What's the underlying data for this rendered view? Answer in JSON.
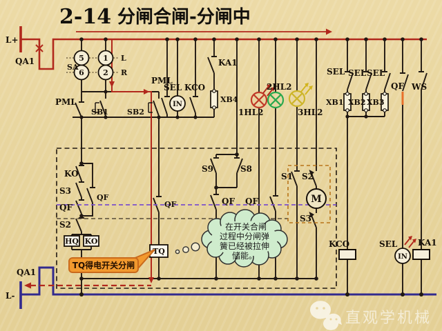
{
  "title": {
    "number": "2-14",
    "text": "分闸合闸-分闸中"
  },
  "terminals": {
    "l_plus": "L+",
    "qa1_top": "QA1",
    "l_minus": "L-",
    "qa1_bottom": "QA1"
  },
  "selector_switch": {
    "label": "SA",
    "c5": "5",
    "c1": "1",
    "c6": "6",
    "c2": "2",
    "pos_left": "L",
    "pos_right": "R"
  },
  "control_row": {
    "pml_left": "PML",
    "sb1": "SB1",
    "sb2": "SB2",
    "pml_right": "PML",
    "sel": "SEL",
    "kco": "KCO",
    "in_sensor": "IN",
    "ka1": "KA1",
    "xb4": "XB4"
  },
  "lamps": [
    {
      "label": "1HL2",
      "color": "#c03a28",
      "lit": true
    },
    {
      "label": "2HL2",
      "color": "#2aa84e",
      "lit": false
    },
    {
      "label": "3HL2",
      "color": "#cdb52a",
      "lit": true
    }
  ],
  "right_columns": {
    "sel1": "SEL",
    "sel2": "SEL",
    "sel3": "SEL",
    "xb1": "XB1",
    "xb2": "XB2",
    "xb3": "XB3",
    "qf": "QF",
    "ws": "WS"
  },
  "mechanism_box": {
    "ko_contact": "KO",
    "s3": "S3",
    "qf1": "QF",
    "s2": "S2",
    "qf_bypass": "QF",
    "hq_coil": "HQ",
    "ko_coil": "KO",
    "qf2": "QF",
    "tq_coil": "TQ",
    "s9": "S9",
    "s8": "S8",
    "qf3": "QF",
    "qf4": "QF",
    "s1": "S1",
    "s2_motor": "S2",
    "motor": "M",
    "s3_motor": "S3"
  },
  "output_row": {
    "kco_coil": "KCO",
    "sel": "SEL",
    "in_sensor": "IN",
    "ka1_coil": "KA1"
  },
  "callout": {
    "text": "TQ得电开关分闸"
  },
  "thought_cloud": {
    "line1": "在开关合闸",
    "line2": "过程中分闸弹",
    "line3": "簧已经被拉伸",
    "line4": "储能。"
  },
  "watermark": {
    "text": "直观学机械"
  },
  "colors": {
    "background": "#e9d7a2",
    "wire": "#201812",
    "highlight_red": "#b1281c",
    "bus_blue": "#322a8e",
    "dashed_purple": "#7b50cc",
    "inner_box_orange": "#b8741a",
    "callout_orange": "#f2992e",
    "cloud_green": "#cfeccd",
    "lamp_red": "#c03a28",
    "lamp_green": "#2aa84e",
    "lamp_yellow": "#cdb52a"
  }
}
